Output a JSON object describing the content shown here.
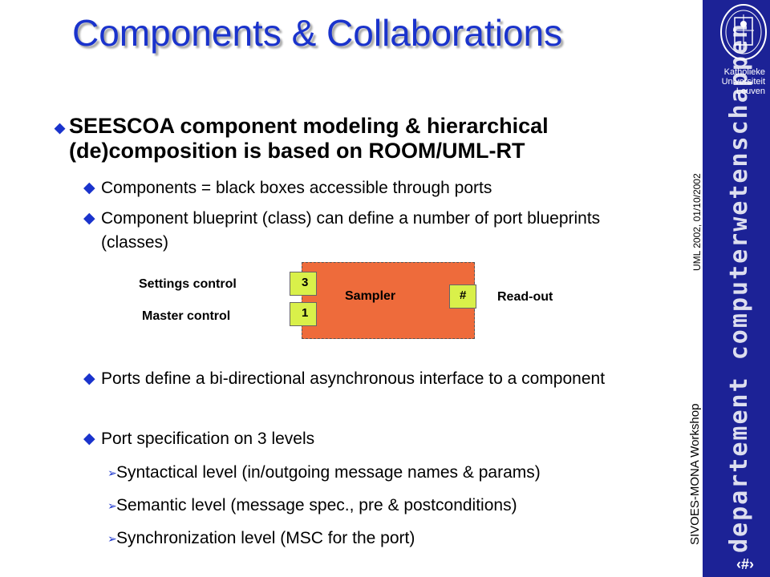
{
  "slide": {
    "title": "Components & Collaborations",
    "bullets": [
      {
        "level": 1,
        "text": "SEESCOA component modeling & hierarchical (de)composition is based on ROOM/UML-RT"
      },
      {
        "level": 2,
        "text": "Components = black boxes accessible through ports"
      },
      {
        "level": 2,
        "text": "Component blueprint (class) can define a number of port blueprints (classes)"
      },
      {
        "level": 2,
        "text": "Ports define a bi-directional asynchronous interface to a component"
      },
      {
        "level": 2,
        "text": "Port specification on 3 levels"
      },
      {
        "level": 3,
        "text": "Syntactical level (in/outgoing message names & params)"
      },
      {
        "level": 3,
        "text": "Semantic level (message spec., pre & postconditions)"
      },
      {
        "level": 3,
        "text": "Synchronization level (MSC for the port)"
      }
    ],
    "bullet_glyphs": {
      "level1": "◆",
      "level2": "◆",
      "level3": "➢"
    }
  },
  "diagram": {
    "component_label": "Sampler",
    "ports": [
      {
        "label": "3",
        "name": "Settings control"
      },
      {
        "label": "1",
        "name": "Master control"
      },
      {
        "label": "#",
        "name": "Read-out"
      }
    ],
    "colors": {
      "component": "#ee6b3b",
      "port": "#d9f04a"
    }
  },
  "sidebar": {
    "university": [
      "Katholieke",
      "Universiteit",
      "Leuven"
    ],
    "department": "departement computerwetenschappen",
    "date_footer": "UML 2002, 01/10/2002",
    "workshop_footer": "SIVOES-MONA Workshop",
    "slide_number": "‹#›",
    "colors": {
      "background": "#1c2296",
      "title": "#1a33cc"
    }
  }
}
